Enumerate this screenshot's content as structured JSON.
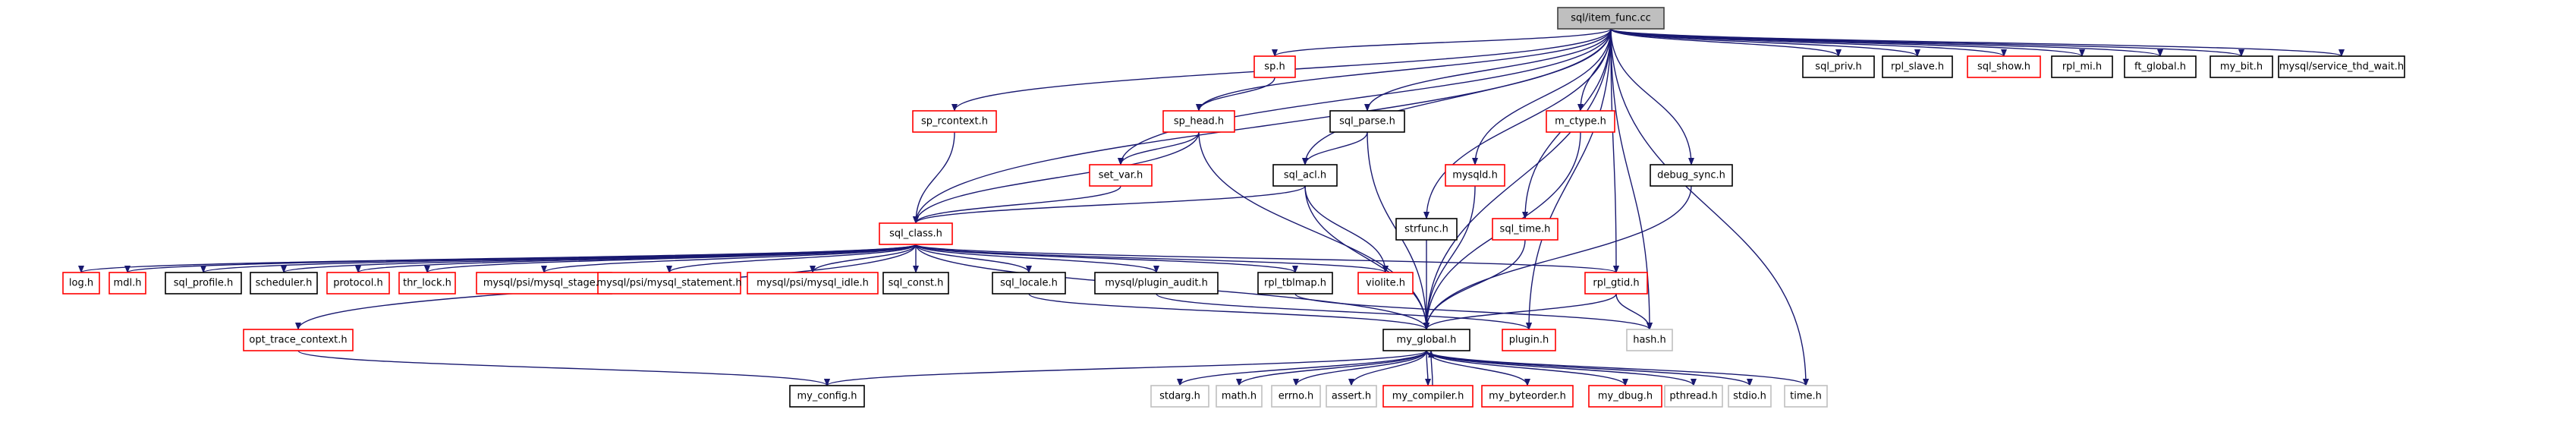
{
  "colors": {
    "root_fill": "#bfbfbf",
    "documented_border": "#000000",
    "has_children_border": "#ff0000",
    "undocumented_border": "#bfbfbf",
    "edge": "#191970"
  },
  "nodes": [
    {
      "id": "root",
      "label": "sql/item_func.cc",
      "kind": "root"
    },
    {
      "id": "sp_h",
      "label": "sp.h",
      "kind": "red"
    },
    {
      "id": "sql_priv",
      "label": "sql_priv.h",
      "kind": "black"
    },
    {
      "id": "rpl_slave",
      "label": "rpl_slave.h",
      "kind": "black"
    },
    {
      "id": "sql_show",
      "label": "sql_show.h",
      "kind": "red"
    },
    {
      "id": "rpl_mi",
      "label": "rpl_mi.h",
      "kind": "black"
    },
    {
      "id": "ft_global",
      "label": "ft_global.h",
      "kind": "black"
    },
    {
      "id": "my_bit",
      "label": "my_bit.h",
      "kind": "black"
    },
    {
      "id": "service_thd_wait",
      "label": "mysql/service_thd_wait.h",
      "kind": "black"
    },
    {
      "id": "sp_rcontext",
      "label": "sp_rcontext.h",
      "kind": "red"
    },
    {
      "id": "sp_head",
      "label": "sp_head.h",
      "kind": "red"
    },
    {
      "id": "sql_parse",
      "label": "sql_parse.h",
      "kind": "black"
    },
    {
      "id": "m_ctype",
      "label": "m_ctype.h",
      "kind": "red"
    },
    {
      "id": "set_var",
      "label": "set_var.h",
      "kind": "red"
    },
    {
      "id": "sql_acl",
      "label": "sql_acl.h",
      "kind": "black"
    },
    {
      "id": "mysqld",
      "label": "mysqld.h",
      "kind": "red"
    },
    {
      "id": "debug_sync",
      "label": "debug_sync.h",
      "kind": "black"
    },
    {
      "id": "sql_time",
      "label": "sql_time.h",
      "kind": "red"
    },
    {
      "id": "strfunc",
      "label": "strfunc.h",
      "kind": "black"
    },
    {
      "id": "sql_class",
      "label": "sql_class.h",
      "kind": "red"
    },
    {
      "id": "log",
      "label": "log.h",
      "kind": "red"
    },
    {
      "id": "mdl",
      "label": "mdl.h",
      "kind": "red"
    },
    {
      "id": "sql_profile",
      "label": "sql_profile.h",
      "kind": "black"
    },
    {
      "id": "scheduler",
      "label": "scheduler.h",
      "kind": "black"
    },
    {
      "id": "protocol",
      "label": "protocol.h",
      "kind": "red"
    },
    {
      "id": "thr_lock",
      "label": "thr_lock.h",
      "kind": "red"
    },
    {
      "id": "mysql_stage",
      "label": "mysql/psi/mysql_stage.h",
      "kind": "red"
    },
    {
      "id": "mysql_statement",
      "label": "mysql/psi/mysql_statement.h",
      "kind": "red"
    },
    {
      "id": "mysql_idle",
      "label": "mysql/psi/mysql_idle.h",
      "kind": "red"
    },
    {
      "id": "sql_const",
      "label": "sql_const.h",
      "kind": "black"
    },
    {
      "id": "sql_locale",
      "label": "sql_locale.h",
      "kind": "black"
    },
    {
      "id": "plugin_audit",
      "label": "mysql/plugin_audit.h",
      "kind": "black"
    },
    {
      "id": "rpl_tblmap",
      "label": "rpl_tblmap.h",
      "kind": "black"
    },
    {
      "id": "violite",
      "label": "violite.h",
      "kind": "red"
    },
    {
      "id": "rpl_gtid",
      "label": "rpl_gtid.h",
      "kind": "red"
    },
    {
      "id": "opt_trace_context",
      "label": "opt_trace_context.h",
      "kind": "red"
    },
    {
      "id": "my_global",
      "label": "my_global.h",
      "kind": "black"
    },
    {
      "id": "plugin_h",
      "label": "plugin.h",
      "kind": "red"
    },
    {
      "id": "hash_h",
      "label": "hash.h",
      "kind": "gray"
    },
    {
      "id": "my_config",
      "label": "my_config.h",
      "kind": "black"
    },
    {
      "id": "stdarg",
      "label": "stdarg.h",
      "kind": "gray"
    },
    {
      "id": "math",
      "label": "math.h",
      "kind": "gray"
    },
    {
      "id": "errno",
      "label": "errno.h",
      "kind": "gray"
    },
    {
      "id": "assert",
      "label": "assert.h",
      "kind": "gray"
    },
    {
      "id": "my_compiler",
      "label": "my_compiler.h",
      "kind": "red"
    },
    {
      "id": "my_byteorder",
      "label": "my_byteorder.h",
      "kind": "red"
    },
    {
      "id": "my_dbug",
      "label": "my_dbug.h",
      "kind": "red"
    },
    {
      "id": "pthread",
      "label": "pthread.h",
      "kind": "gray"
    },
    {
      "id": "stdio",
      "label": "stdio.h",
      "kind": "gray"
    },
    {
      "id": "time_h",
      "label": "time.h",
      "kind": "gray"
    }
  ],
  "edges": [
    [
      "root",
      "sp_h"
    ],
    [
      "root",
      "sql_priv"
    ],
    [
      "root",
      "rpl_slave"
    ],
    [
      "root",
      "sql_show"
    ],
    [
      "root",
      "rpl_mi"
    ],
    [
      "root",
      "ft_global"
    ],
    [
      "root",
      "my_bit"
    ],
    [
      "root",
      "service_thd_wait"
    ],
    [
      "root",
      "sp_rcontext"
    ],
    [
      "root",
      "sp_head"
    ],
    [
      "root",
      "sql_parse"
    ],
    [
      "root",
      "m_ctype"
    ],
    [
      "root",
      "set_var"
    ],
    [
      "root",
      "sql_acl"
    ],
    [
      "root",
      "mysqld"
    ],
    [
      "root",
      "debug_sync"
    ],
    [
      "root",
      "sql_time"
    ],
    [
      "root",
      "strfunc"
    ],
    [
      "root",
      "sql_class"
    ],
    [
      "root",
      "rpl_gtid"
    ],
    [
      "root",
      "my_global"
    ],
    [
      "root",
      "plugin_h"
    ],
    [
      "root",
      "hash_h"
    ],
    [
      "root",
      "time_h"
    ],
    [
      "sp_h",
      "sp_head"
    ],
    [
      "sp_head",
      "set_var"
    ],
    [
      "sp_head",
      "sql_class"
    ],
    [
      "sp_head",
      "my_global"
    ],
    [
      "sp_rcontext",
      "sql_class"
    ],
    [
      "set_var",
      "sql_class"
    ],
    [
      "sql_parse",
      "sql_acl"
    ],
    [
      "sql_parse",
      "my_global"
    ],
    [
      "sql_acl",
      "sql_class"
    ],
    [
      "sql_acl",
      "violite"
    ],
    [
      "sql_acl",
      "my_global"
    ],
    [
      "mysqld",
      "my_global"
    ],
    [
      "m_ctype",
      "my_global"
    ],
    [
      "sql_time",
      "my_global"
    ],
    [
      "strfunc",
      "my_global"
    ],
    [
      "debug_sync",
      "my_global"
    ],
    [
      "sql_class",
      "log"
    ],
    [
      "sql_class",
      "mdl"
    ],
    [
      "sql_class",
      "sql_profile"
    ],
    [
      "sql_class",
      "scheduler"
    ],
    [
      "sql_class",
      "protocol"
    ],
    [
      "sql_class",
      "thr_lock"
    ],
    [
      "sql_class",
      "mysql_stage"
    ],
    [
      "sql_class",
      "mysql_statement"
    ],
    [
      "sql_class",
      "mysql_idle"
    ],
    [
      "sql_class",
      "sql_const"
    ],
    [
      "sql_class",
      "sql_locale"
    ],
    [
      "sql_class",
      "plugin_audit"
    ],
    [
      "sql_class",
      "rpl_tblmap"
    ],
    [
      "sql_class",
      "violite"
    ],
    [
      "sql_class",
      "rpl_gtid"
    ],
    [
      "sql_class",
      "opt_trace_context"
    ],
    [
      "sql_class",
      "my_global"
    ],
    [
      "sql_locale",
      "my_global"
    ],
    [
      "plugin_audit",
      "plugin_h"
    ],
    [
      "rpl_tblmap",
      "hash_h"
    ],
    [
      "rpl_gtid",
      "my_global"
    ],
    [
      "rpl_gtid",
      "hash_h"
    ],
    [
      "opt_trace_context",
      "my_config"
    ],
    [
      "my_global",
      "my_config"
    ],
    [
      "my_global",
      "stdarg"
    ],
    [
      "my_global",
      "math"
    ],
    [
      "my_global",
      "errno"
    ],
    [
      "my_global",
      "assert"
    ],
    [
      "my_global",
      "my_compiler"
    ],
    [
      "my_global",
      "my_byteorder"
    ],
    [
      "my_global",
      "my_dbug"
    ],
    [
      "my_global",
      "pthread"
    ],
    [
      "my_global",
      "stdio"
    ],
    [
      "my_global",
      "time_h"
    ],
    [
      "my_compiler",
      "my_global"
    ]
  ]
}
